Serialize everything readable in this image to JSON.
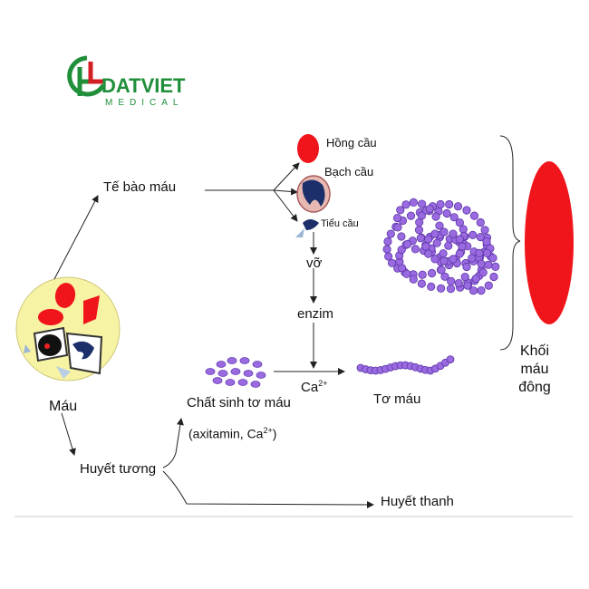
{
  "logo": {
    "name": "DATVIET",
    "sub": "MEDICAL",
    "green": "#1f8f3a",
    "red": "#d21f26"
  },
  "labels": {
    "blood": "Máu",
    "blood_cells": "Tế bào máu",
    "red_cells": "Hồng cầu",
    "white_cells": "Bạch  cầu",
    "platelets": "Tiểu cầu",
    "broken": "vỡ",
    "enzyme": "enzim",
    "calcium": "Ca",
    "calcium_sup": "2+",
    "fibrinogen": "Chất sinh tơ máu",
    "fibrinogen_sub_open": "(axitamin, Ca",
    "fibrinogen_sub_sup": "2+",
    "fibrinogen_sub_close": ")",
    "fibrin": "Tơ máu",
    "plasma": "Huyết tương",
    "serum": "Huyết thanh",
    "clot": [
      "Khối",
      "máu",
      "đông"
    ]
  },
  "colors": {
    "rbc": "#f0151b",
    "fibrin": "#9a6be0",
    "fibrin_stroke": "#5d35a8",
    "wbc_nucleus": "#1c2f6b",
    "cell_bg": "#f7f3a4",
    "arrow": "#222222"
  }
}
